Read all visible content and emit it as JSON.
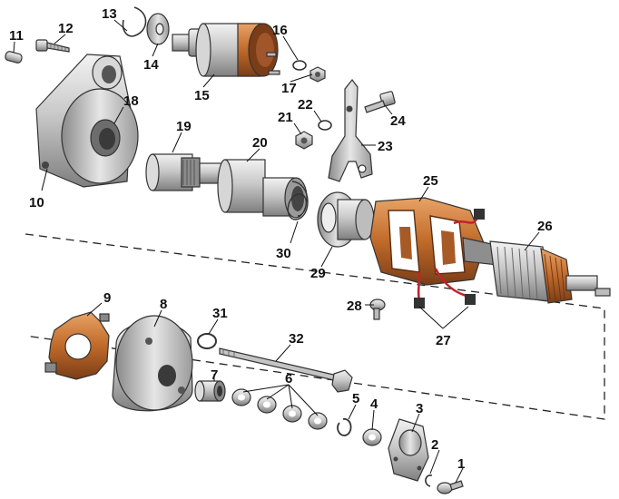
{
  "colors": {
    "metal_light": "#e4e4e4",
    "metal_mid": "#b9b9b9",
    "metal_dark": "#7d7d7d",
    "copper": "#c9742c",
    "brown": "#8a4f2c",
    "wire_red": "#c0242b"
  },
  "icons": {
    "housing": "drive-end-housing-icon",
    "solenoid": "solenoid-icon",
    "lever": "shift-lever-icon",
    "drive": "drive-pinion-icon",
    "stator": "field-frame-icon",
    "armature": "armature-icon",
    "brushes": "brush-plate-icon",
    "endcap": "end-cap-icon",
    "bolt": "through-bolt-icon"
  },
  "callouts": [
    {
      "id": "1",
      "text": "1"
    },
    {
      "id": "2",
      "text": "2"
    },
    {
      "id": "3",
      "text": "3"
    },
    {
      "id": "4",
      "text": "4"
    },
    {
      "id": "5",
      "text": "5"
    },
    {
      "id": "6",
      "text": "6"
    },
    {
      "id": "7",
      "text": "7"
    },
    {
      "id": "8",
      "text": "8"
    },
    {
      "id": "9",
      "text": "9"
    },
    {
      "id": "10",
      "text": "10"
    },
    {
      "id": "11",
      "text": "11"
    },
    {
      "id": "12",
      "text": "12"
    },
    {
      "id": "13",
      "text": "13"
    },
    {
      "id": "14",
      "text": "14"
    },
    {
      "id": "15",
      "text": "15"
    },
    {
      "id": "16",
      "text": "16"
    },
    {
      "id": "17",
      "text": "17"
    },
    {
      "id": "18",
      "text": "18"
    },
    {
      "id": "19",
      "text": "19"
    },
    {
      "id": "20",
      "text": "20"
    },
    {
      "id": "21",
      "text": "21"
    },
    {
      "id": "22",
      "text": "22"
    },
    {
      "id": "23",
      "text": "23"
    },
    {
      "id": "24",
      "text": "24"
    },
    {
      "id": "25",
      "text": "25"
    },
    {
      "id": "26",
      "text": "26"
    },
    {
      "id": "27",
      "text": "27"
    },
    {
      "id": "28",
      "text": "28"
    },
    {
      "id": "29",
      "text": "29"
    },
    {
      "id": "30",
      "text": "30"
    },
    {
      "id": "31",
      "text": "31"
    },
    {
      "id": "32",
      "text": "32"
    }
  ]
}
